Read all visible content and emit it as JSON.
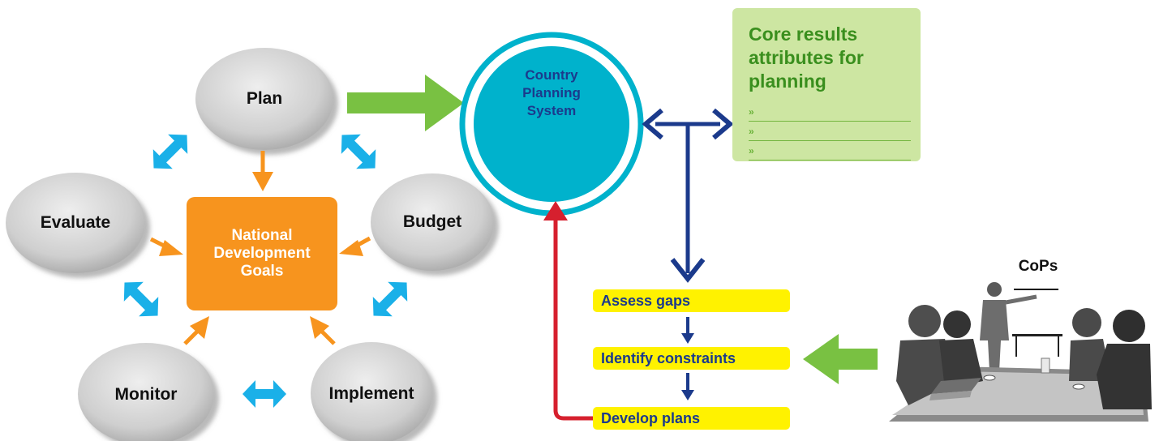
{
  "cycle": {
    "plan": "Plan",
    "budget": "Budget",
    "implement": "Implement",
    "monitor": "Monitor",
    "evaluate": "Evaluate",
    "center": "National\nDevelopment\nGoals"
  },
  "country_planning_system": "Country\nPlanning\nSystem",
  "attributes_panel": {
    "title": "Core results\nattributes for\nplanning",
    "items": [
      "»",
      "»",
      "»"
    ]
  },
  "steps": [
    "Assess gaps",
    "Identify constraints",
    "Develop plans"
  ],
  "cops_label": "CoPs",
  "colors": {
    "orange": "#f7941e",
    "cyan_circle": "#00b2cc",
    "cyan_arrow": "#1ab0e8",
    "green_arrow": "#79c142",
    "navy": "#1b3a8c",
    "red": "#d6202e",
    "yellow": "#fff200",
    "panel_green": "#cde6a2"
  }
}
